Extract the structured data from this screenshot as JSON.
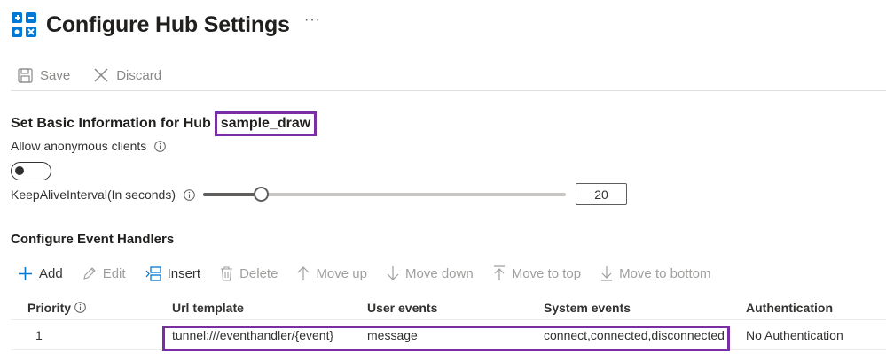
{
  "header": {
    "title": "Configure Hub Settings",
    "more": "···",
    "icon": "hub-settings-icon",
    "icon_color": "#0078d4"
  },
  "toolbar": {
    "save_label": "Save",
    "discard_label": "Discard"
  },
  "basic": {
    "heading": "Set Basic Information for Hub",
    "hub_name": "sample_draw",
    "highlight_color": "#7a2ea6",
    "anonymous_label": "Allow anonymous clients",
    "anonymous_enabled": false,
    "keepalive_label": "KeepAliveInterval(In seconds)",
    "keepalive_value": "20",
    "keepalive_fraction": 0.16
  },
  "events": {
    "heading": "Configure Event Handlers",
    "toolbar": {
      "add": "Add",
      "edit": "Edit",
      "insert": "Insert",
      "delete": "Delete",
      "move_up": "Move up",
      "move_down": "Move down",
      "move_to_top": "Move to top",
      "move_to_bottom": "Move to bottom"
    },
    "columns": [
      "Priority",
      "Url template",
      "User events",
      "System events",
      "Authentication"
    ],
    "rows": [
      {
        "priority": "1",
        "url_template": "tunnel:///eventhandler/{event}",
        "user_events": "message",
        "system_events": "connect,connected,disconnected",
        "authentication": "No Authentication"
      }
    ]
  }
}
